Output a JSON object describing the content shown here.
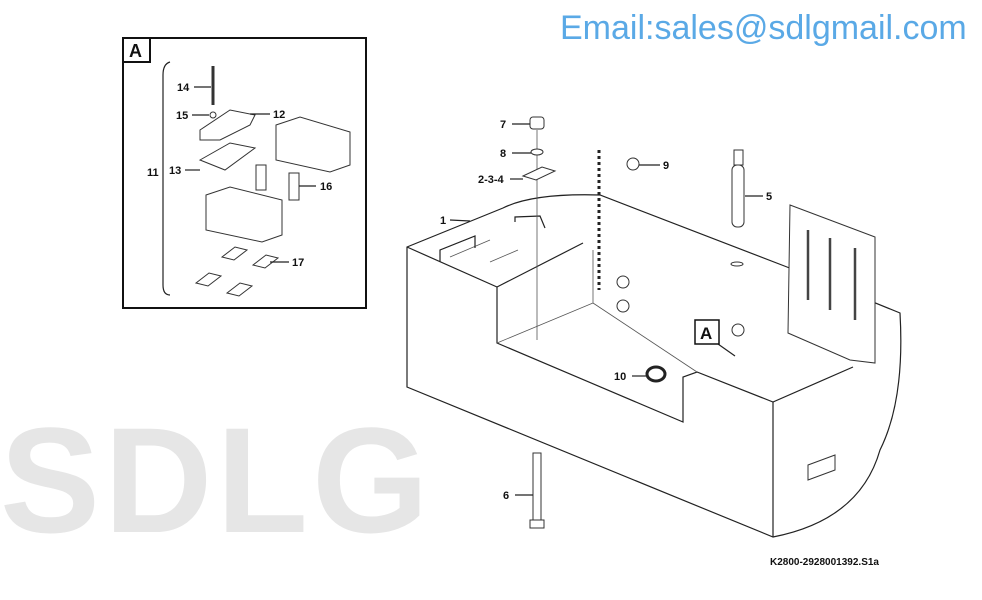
{
  "watermark": {
    "brand": "SDLG",
    "email": "Email:sales@sdlgmail.com"
  },
  "detail_view": {
    "title": "A",
    "callouts": [
      "14",
      "15",
      "12",
      "11",
      "13",
      "16",
      "17"
    ]
  },
  "main_view": {
    "callouts": [
      "7",
      "8",
      "2-3-4",
      "1",
      "9",
      "5",
      "10",
      "6"
    ],
    "detail_ref": "A"
  },
  "caption": "K2800-2928001392.S1a"
}
